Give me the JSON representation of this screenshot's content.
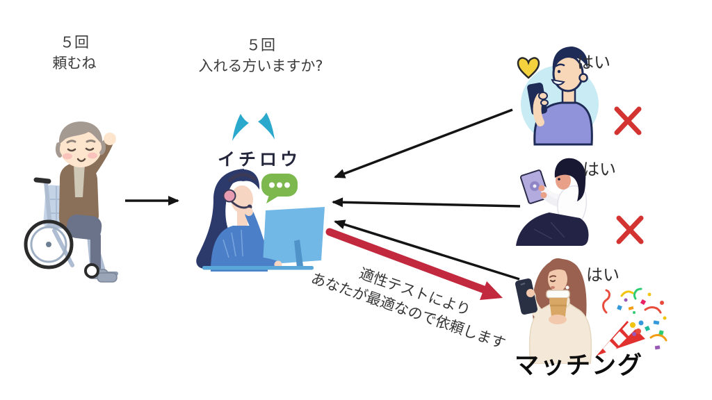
{
  "diagram_title": "staff-matching-flow",
  "client": {
    "speech": {
      "line1": "５回",
      "line2": "頼むね"
    },
    "illustration": "elderly-man-in-wheelchair"
  },
  "operator": {
    "question": {
      "line1": "５回",
      "line2": "入れる方いますか?"
    },
    "name": "イチロウ",
    "illustration": "call-center-operator-with-monitor"
  },
  "candidates": [
    {
      "reply": "はい",
      "illustration": "man-with-smartphone",
      "result_icon": "red-cross-icon",
      "result": "rejected"
    },
    {
      "reply": "はい",
      "illustration": "woman-with-tablet",
      "result_icon": "red-cross-icon",
      "result": "rejected"
    },
    {
      "reply": "はい",
      "illustration": "woman-with-phone-and-coffee",
      "result_icon": "party-popper-icon",
      "result": "matched"
    }
  ],
  "assignment": {
    "caption_line1": "適性テストにより",
    "caption_line2": "あなたが最適なので依頼します"
  },
  "matching_label": "マッチング",
  "icons": {
    "reject": "red-cross-icon",
    "celebrate": "party-popper-icon",
    "alert": "teal-sparkle-marks-icon",
    "typing": "green-speech-bubble-dots-icon",
    "flow": "black-arrow-icon",
    "assignment": "thick-red-arrow-icon"
  },
  "colors": {
    "background": "#ffffff",
    "text": "#3b3b3b",
    "arrow_black": "#141414",
    "arrow_red": "#c2293f",
    "reject_x": "#d43431",
    "sparkle": "#2ba9cd",
    "bubble": "#7cb84e",
    "monitor": "#72b8e7",
    "matched_text": "#0d0d0d"
  }
}
